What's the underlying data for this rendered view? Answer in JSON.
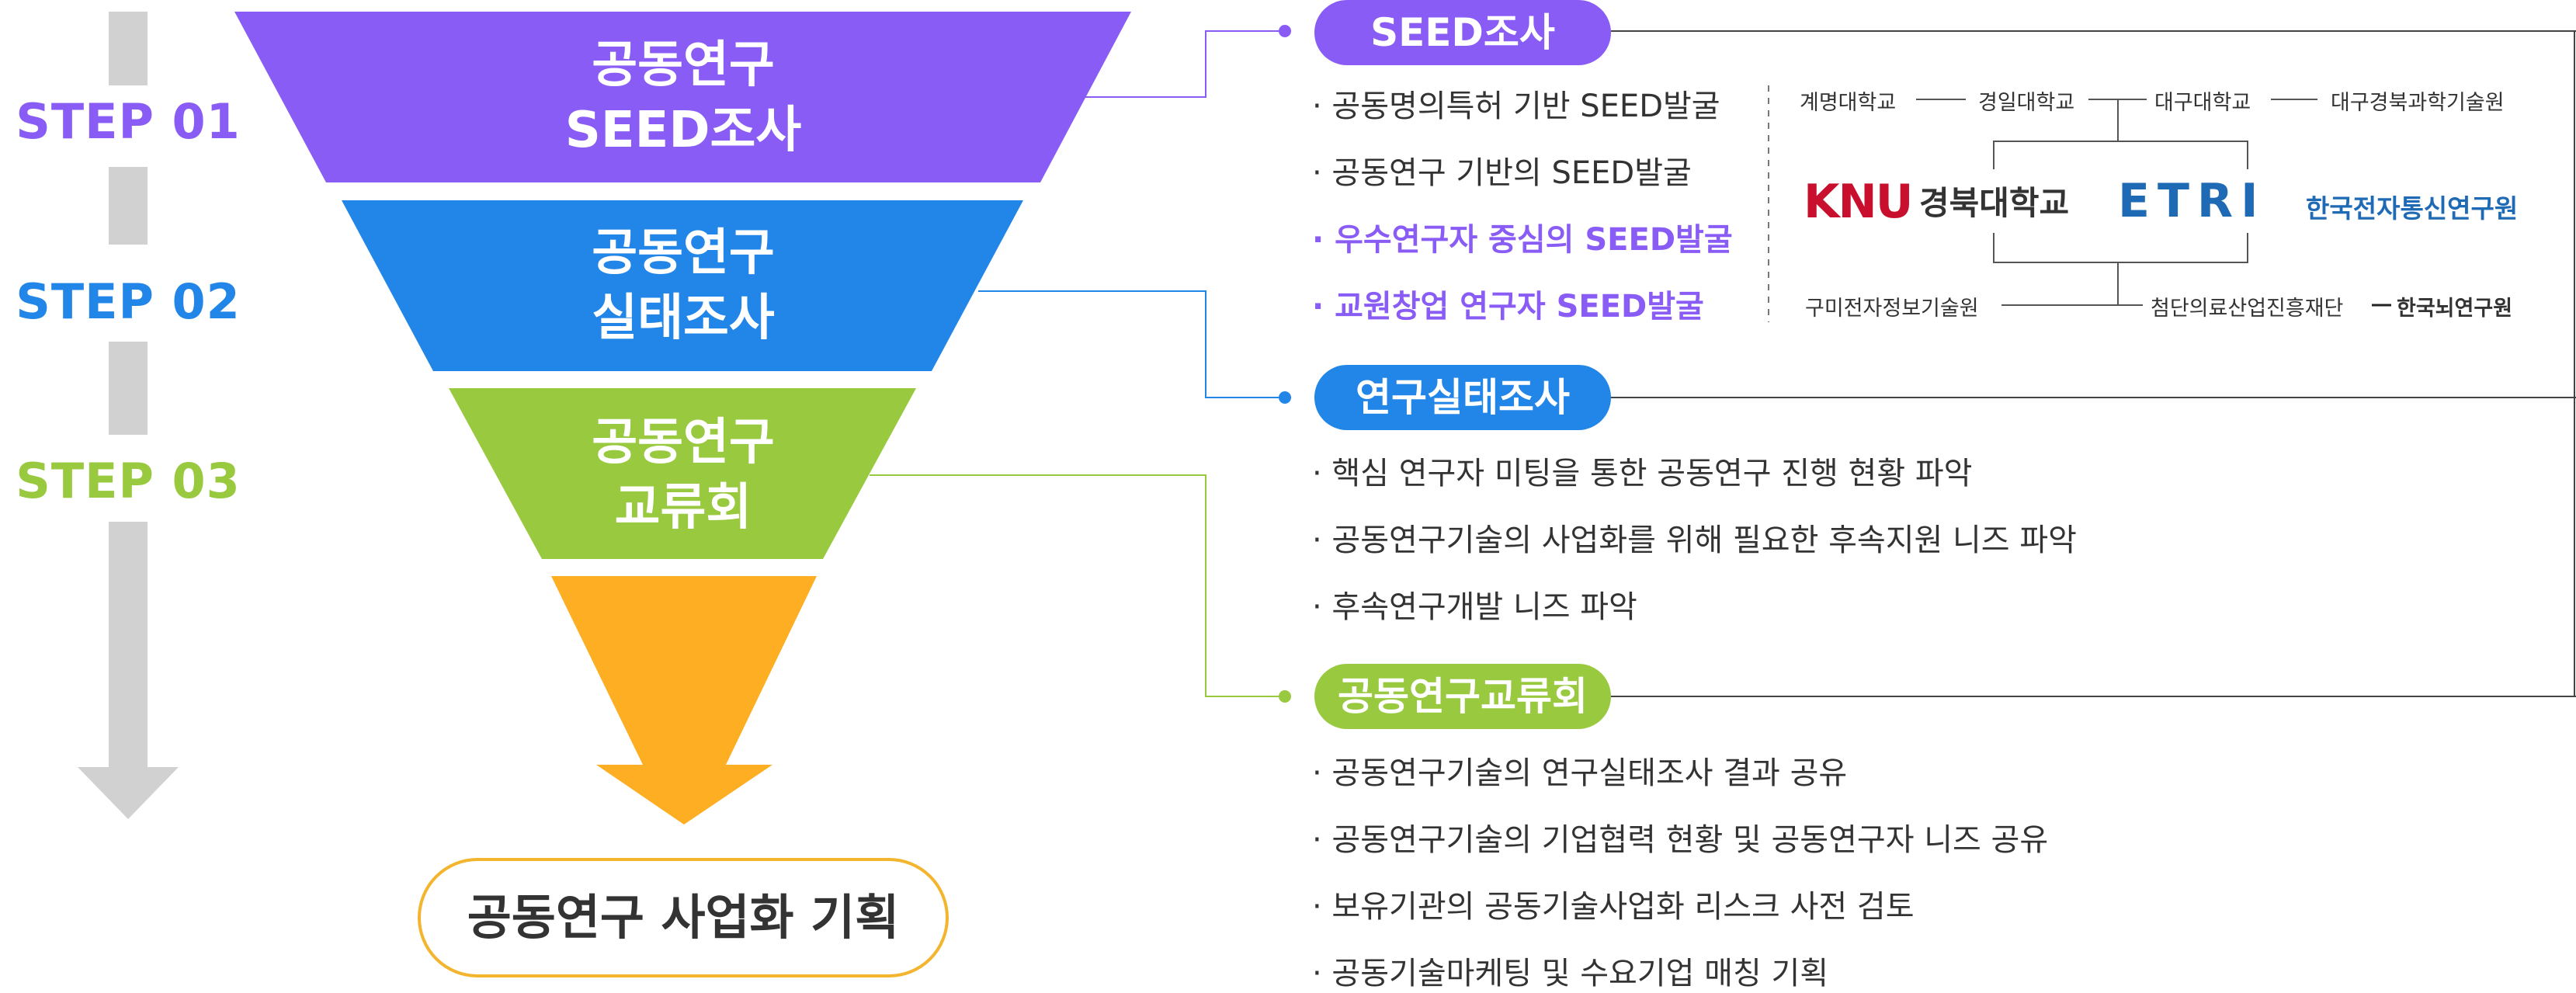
{
  "steps": [
    "STEP 01",
    "STEP 02",
    "STEP 03"
  ],
  "funnel": [
    {
      "line1": "공동연구",
      "line2": "SEED조사"
    },
    {
      "line1": "공동연구",
      "line2": "실태조사"
    },
    {
      "line1": "공동연구",
      "line2": "교류회"
    }
  ],
  "final": "공동연구 사업화 기획",
  "sections": {
    "seed": {
      "title": "SEED조사",
      "bullets": [
        "· 공동명의특허 기반 SEED발굴",
        "· 공동연구 기반의 SEED발굴",
        "· 우수연구자 중심의 SEED발굴",
        "· 교원창업 연구자 SEED발굴"
      ]
    },
    "survey": {
      "title": "연구실태조사",
      "bullets": [
        "· 핵심 연구자 미팅을 통한 공동연구 진행 현황 파악",
        "· 공동연구기술의 사업화를 위해 필요한 후속지원 니즈 파악",
        "· 후속연구개발 니즈 파악"
      ]
    },
    "exchange": {
      "title": "공동연구교류회",
      "bullets": [
        "· 공동연구기술의 연구실태조사 결과 공유",
        "· 공동연구기술의 기업협력 현황 및 공동연구자 니즈 공유",
        "· 보유기관의 공동기술사업화 리스크 사전 검토",
        "· 공동기술마케팅 및 수요기업 매칭 기획"
      ]
    }
  },
  "institutions": {
    "top": [
      "계명대학교",
      "경일대학교",
      "대구대학교",
      "대구경북과학기술원"
    ],
    "knu_logo": "KNU",
    "knu_name": "경북대학교",
    "etri_logo": "ETRI",
    "etri_name": "한국전자통신연구원",
    "bottom": [
      "구미전자정보기술원",
      "첨단의료산업진흥재단",
      "한국뇌연구원"
    ]
  },
  "colors": {
    "purple": "#8a5cf6",
    "blue": "#2285e8",
    "green": "#99c93f",
    "orange": "#fdae22",
    "grey": "#d1d1d1",
    "knu_red": "#c8102e",
    "etri_blue": "#1f6ab4",
    "etri_red": "#e8412c"
  }
}
